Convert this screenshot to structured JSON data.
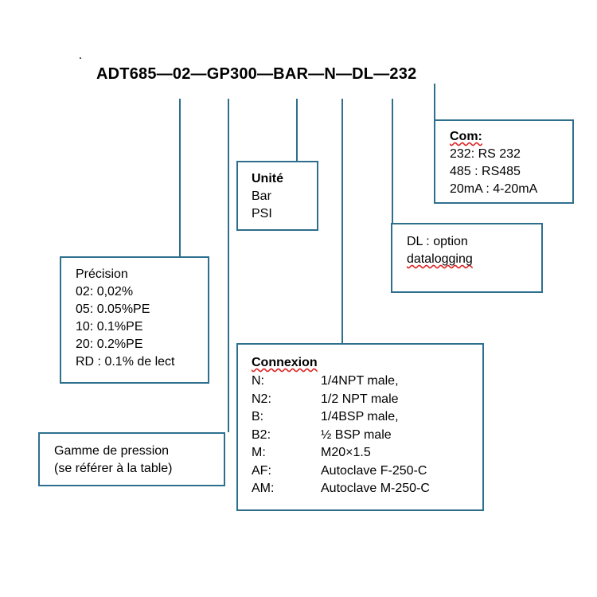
{
  "model_code": "ADT685—02—GP300—BAR—N—DL—232",
  "precision": {
    "title": "Précision",
    "options": [
      "02: 0,02%",
      "05: 0.05%PE",
      "10: 0.1%PE",
      "20: 0.2%PE",
      "RD : 0.1% de lect"
    ]
  },
  "range": {
    "line1": "Gamme de pression",
    "line2": "(se référer à la table)"
  },
  "unit": {
    "title": "Unité",
    "options": [
      "Bar",
      "PSI"
    ]
  },
  "connection": {
    "title": "Connexion",
    "rows": [
      {
        "code": "N:",
        "desc": "1/4NPT male,"
      },
      {
        "code": "N2:",
        "desc": "1/2 NPT male"
      },
      {
        "code": "B:",
        "desc": "1/4BSP male,"
      },
      {
        "code": "B2:",
        "desc": "½ BSP male"
      },
      {
        "code": "M:",
        "desc": "M20×1.5"
      },
      {
        "code": "AF:",
        "desc": "Autoclave F-250-C"
      },
      {
        "code": "AM:",
        "desc": "Autoclave M-250-C"
      }
    ]
  },
  "datalogging": {
    "line1": "DL : option",
    "line2": "datalogging"
  },
  "com": {
    "title": "Com:",
    "options": [
      "232: RS 232",
      "485 : RS485",
      "20mA : 4-20mA"
    ]
  },
  "colors": {
    "box_border": "#2e6f8e",
    "connector_line": "#2e6f8e",
    "spellcheck_underline": "#d22222"
  }
}
